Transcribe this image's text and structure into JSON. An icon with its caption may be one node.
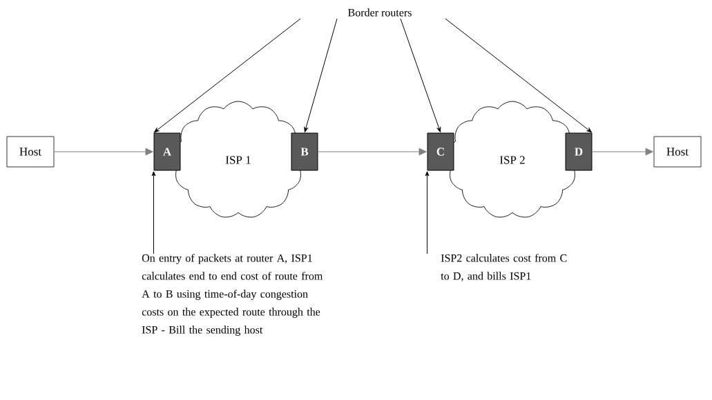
{
  "diagram": {
    "nodes": [
      {
        "text": [
          "Border routers"
        ]
      },
      {
        "text": [
          "Host"
        ]
      },
      {
        "text": [
          "ISP 1"
        ]
      },
      {
        "text": [
          "A"
        ]
      },
      {
        "text": [
          "B"
        ]
      },
      {
        "text": [
          "ISP 2"
        ]
      },
      {
        "text": [
          "C"
        ]
      },
      {
        "text": [
          "D"
        ]
      },
      {
        "text": [
          "Host"
        ]
      },
      {
        "text": [
          "On entry of packets at router A, ISP1 calculates end to end cost of route from A to B using time-of-day congestion costs on the expected route through the ISP - Bill the sending host"
        ]
      },
      {
        "text": [
          "ISP2 calculates cost from C to D, and bills ISP1"
        ]
      }
    ],
    "edges": [
      {
        "from": 1,
        "to": 3,
        "arrow": "to",
        "color": "#808080"
      },
      {
        "from": 4,
        "to": 6,
        "arrow": "to",
        "color": "#808080"
      },
      {
        "from": 7,
        "to": 8,
        "arrow": "to",
        "color": "#808080"
      },
      {
        "from": 0,
        "to": 3,
        "arrow": "to"
      },
      {
        "from": 0,
        "to": 4,
        "arrow": "to"
      },
      {
        "from": 0,
        "to": 6,
        "arrow": "to"
      },
      {
        "from": 0,
        "to": 7,
        "arrow": "to"
      },
      {
        "from": 9,
        "to": 3,
        "arrow": "to"
      },
      {
        "from": 10,
        "to": 6,
        "arrow": "to"
      }
    ]
  }
}
